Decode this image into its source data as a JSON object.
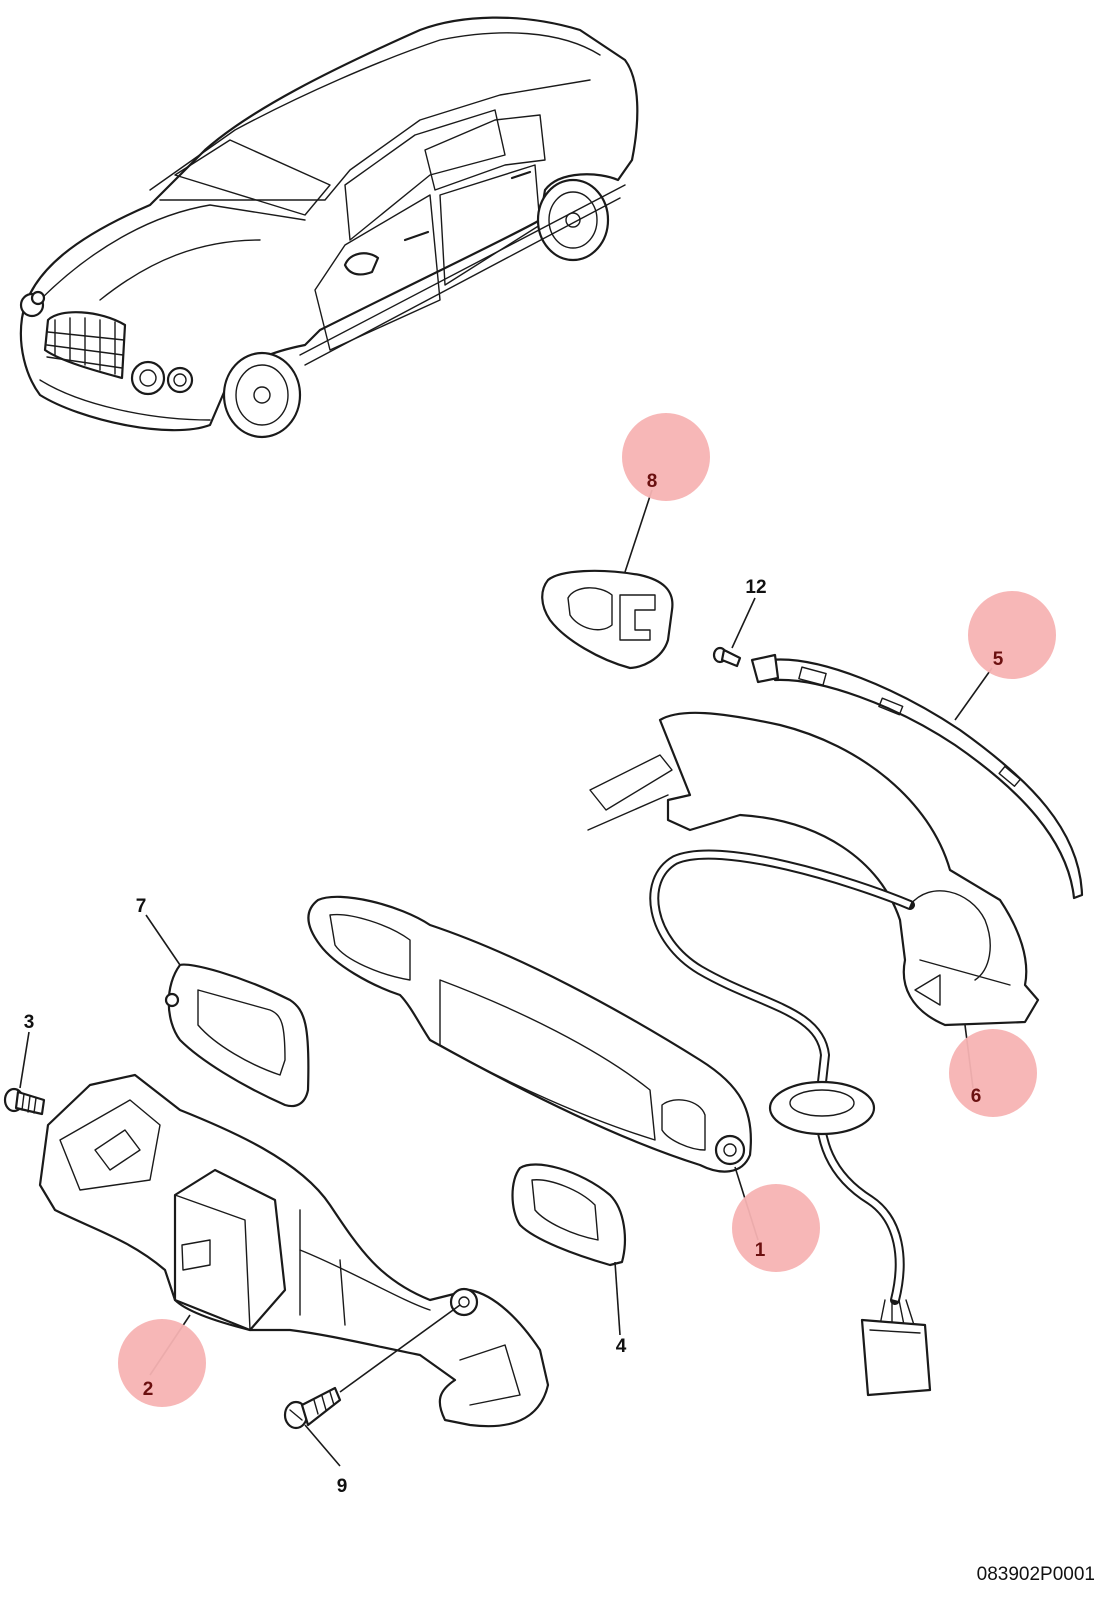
{
  "diagram": {
    "reference_code": "083902P0001",
    "highlight_color": "#f7b3b3",
    "highlight_text_color": "#6b1010",
    "callouts": [
      {
        "id": "1",
        "label": "1",
        "highlighted": true
      },
      {
        "id": "2",
        "label": "2",
        "highlighted": true
      },
      {
        "id": "3",
        "label": "3",
        "highlighted": false
      },
      {
        "id": "4",
        "label": "4",
        "highlighted": false
      },
      {
        "id": "5",
        "label": "5",
        "highlighted": false
      },
      {
        "id": "6",
        "label": "6",
        "highlighted": true
      },
      {
        "id": "7",
        "label": "7",
        "highlighted": true
      },
      {
        "id": "8",
        "label": "8",
        "highlighted": true
      },
      {
        "id": "9",
        "label": "9",
        "highlighted": false
      },
      {
        "id": "12",
        "label": "12",
        "highlighted": false
      }
    ]
  }
}
